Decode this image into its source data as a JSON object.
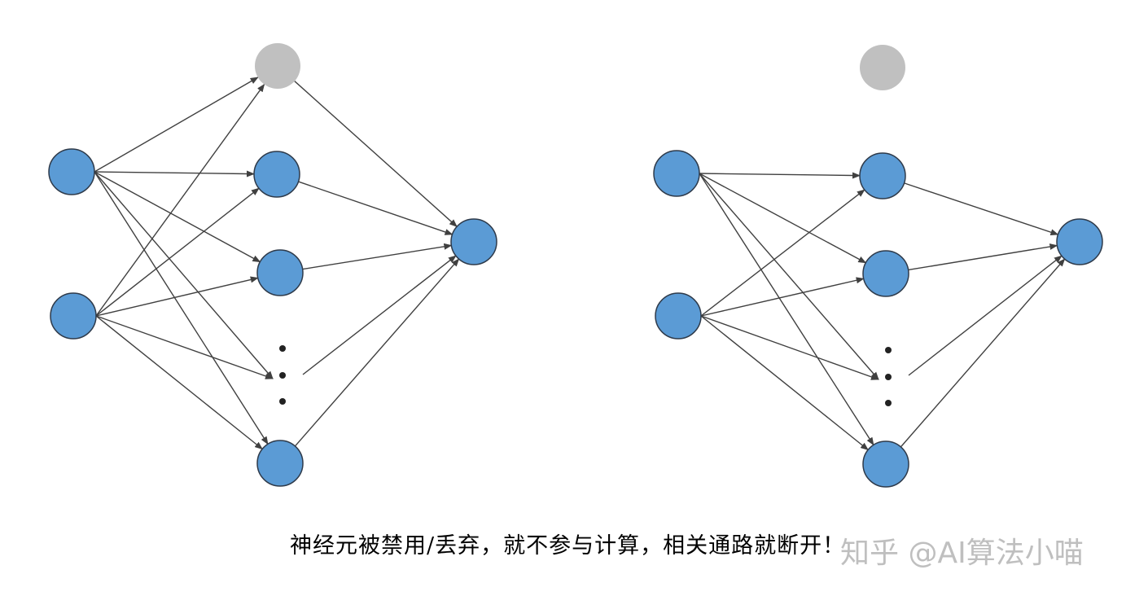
{
  "caption": "神经元被禁用/丢弃，就不参与计算，相关通路就断开！",
  "watermark": "知乎 @AI算法小喵",
  "colors": {
    "active_node": "#5b9bd5",
    "dropped_node": "#c0c0c0",
    "node_stroke": "#2e3a4a",
    "edge": "#404040"
  },
  "networks": [
    {
      "name": "full-network",
      "dropped_neuron_connected": true
    },
    {
      "name": "dropout-network",
      "dropped_neuron_connected": false
    }
  ]
}
